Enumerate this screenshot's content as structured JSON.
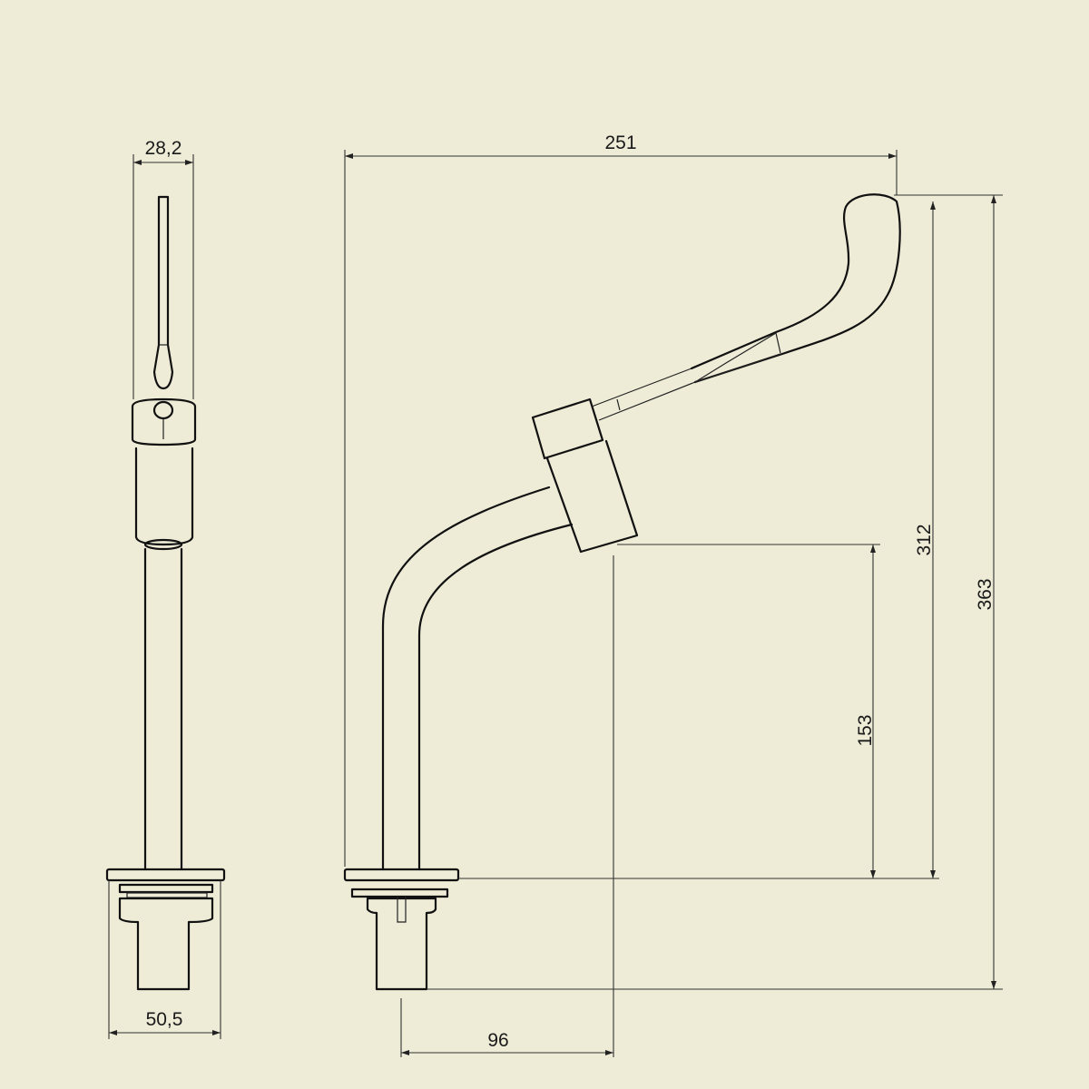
{
  "drawing": {
    "front_view": {
      "dimensions": {
        "lever_width": "28,2",
        "base_width": "50,5"
      }
    },
    "side_view": {
      "dimensions": {
        "total_length": "251",
        "spout_height": "153",
        "lever_height": "312",
        "total_height": "363",
        "spout_reach": "96"
      }
    }
  }
}
